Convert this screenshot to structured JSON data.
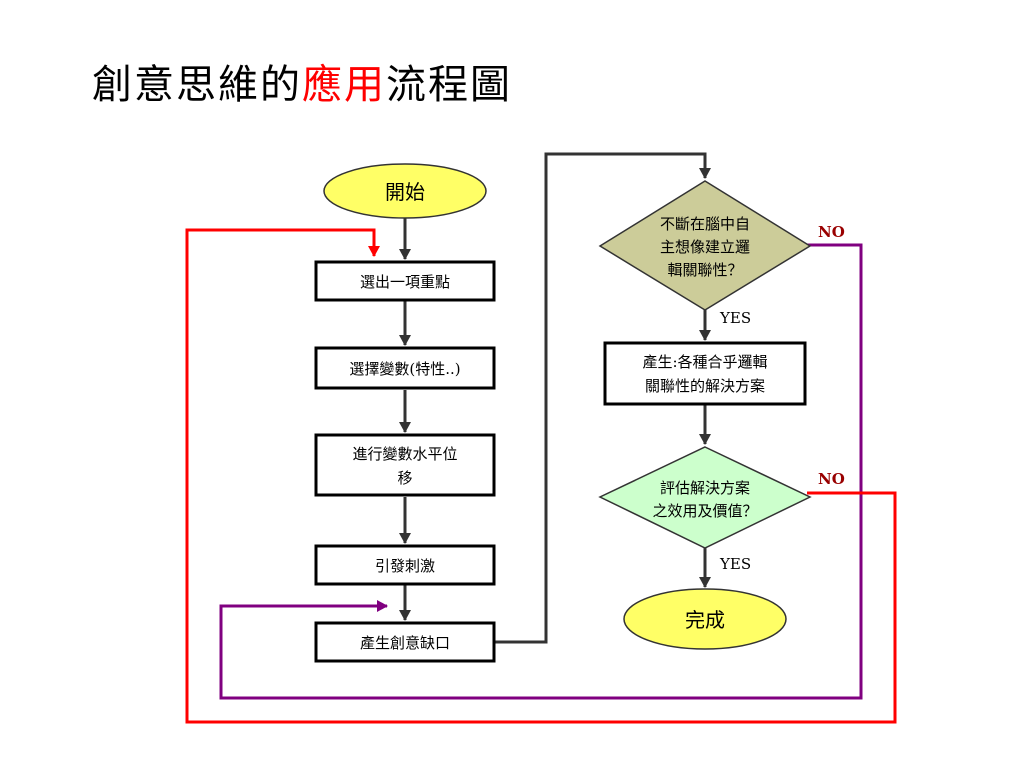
{
  "slide": {
    "title_part1": "創意思維的",
    "title_highlight": "應用",
    "title_part2": "流程圖"
  },
  "nodes": {
    "start": "開始",
    "select_point": "選出一項重點",
    "choose_variable": "選擇變數(特性..)",
    "shift_line1": "進行變數水平位",
    "shift_line2": "移",
    "stimulus": "引發刺激",
    "gap": "產生創意缺口",
    "decision1_line1": "不斷在腦中自",
    "decision1_line2": "主想像建立邏",
    "decision1_line3": "輯關聯性？",
    "produce_line1": "產生:各種合乎邏輯",
    "produce_line2": "關聯性的解決方案",
    "decision2_line1": "評估解決方案",
    "decision2_line2": "之效用及價值？",
    "finish": "完成"
  },
  "labels": {
    "yes1": "YES",
    "no1": "NO",
    "yes2": "YES",
    "no2": "NO"
  },
  "colors": {
    "terminal_fill": "#ffff66",
    "decision1_fill": "#cccc99",
    "decision2_fill": "#ccffcc",
    "no_label": "#990000",
    "loop1_line": "#800080",
    "loop2_line": "#ff0000"
  }
}
